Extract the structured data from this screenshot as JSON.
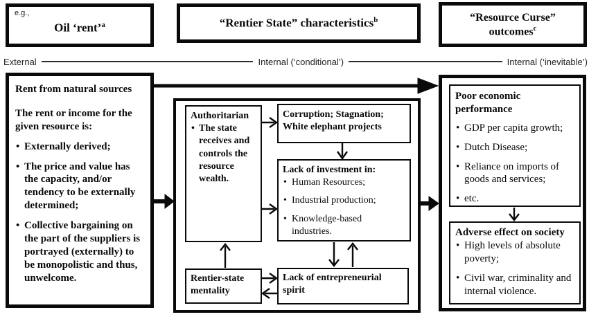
{
  "headers": {
    "eg_label": "e.g.,",
    "oil": {
      "text": "Oil ‘rent’",
      "sup": "a"
    },
    "rentier": {
      "text": "“Rentier State” characteristics",
      "sup": "b"
    },
    "curse": {
      "line1": "“Resource Curse”",
      "line2": "outcomes",
      "sup": "c"
    }
  },
  "axis": {
    "external": "External",
    "conditional": "Internal (‘conditional’)",
    "inevitable": "Internal (‘inevitable’)"
  },
  "rent_box": {
    "title": "Rent from natural sources",
    "intro": "The rent or income for the given resource is:",
    "bullets": [
      "Externally derived;",
      "The price and value has the capacity, and/or tendency to be externally determined;",
      "Collective bargaining on the part of the suppliers is portrayed (externally) to be monopolistic and thus, unwelcome."
    ]
  },
  "rentier_group": {
    "authoritarian": {
      "title": "Authoritarian",
      "bullet": "The state receives and controls the resource wealth."
    },
    "corruption": {
      "text": "Corruption; Stagnation; White elephant projects"
    },
    "investment": {
      "title": "Lack of investment in:",
      "bullets": [
        "Human Resources;",
        "Industrial production;",
        "Knowledge-based industries."
      ]
    },
    "mentality": {
      "text": "Rentier-state mentality"
    },
    "entrepreneurial": {
      "text": "Lack of entrepreneurial spirit"
    }
  },
  "outcomes_group": {
    "performance": {
      "title": "Poor economic performance",
      "bullets": [
        "GDP per capita growth;",
        "Dutch Disease;",
        "Reliance on imports of goods and services;",
        "etc."
      ]
    },
    "society": {
      "title": "Adverse effect on society",
      "bullets": [
        "High levels of absolute poverty;",
        "Civil war, criminality and internal violence."
      ]
    }
  },
  "colors": {
    "ink": "#0a0a0a",
    "background": "#ffffff"
  }
}
